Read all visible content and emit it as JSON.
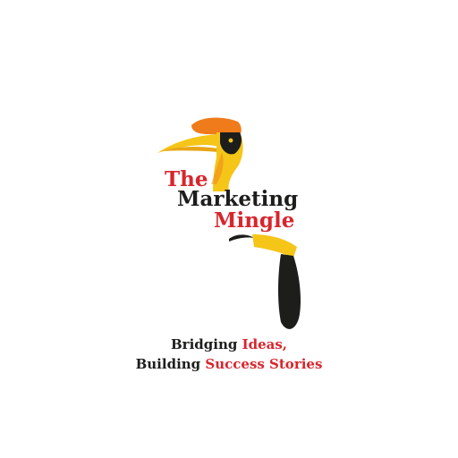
{
  "colors": {
    "red": "#d7262e",
    "dark": "#1d1d1b",
    "yellow": "#f5c518",
    "orange": "#ef7b1a",
    "beak_tip": "#e8a516",
    "background": "#ffffff"
  },
  "logo": {
    "icon": "hornbill-bird-icon",
    "name_line_1": "The",
    "name_line_2": "Marketing",
    "name_line_3": "Mingle"
  },
  "tagline": {
    "line1_part1": "Bridging ",
    "line1_part2": "Ideas,",
    "line2_part1": "Building ",
    "line2_part2": "Success Stories"
  }
}
